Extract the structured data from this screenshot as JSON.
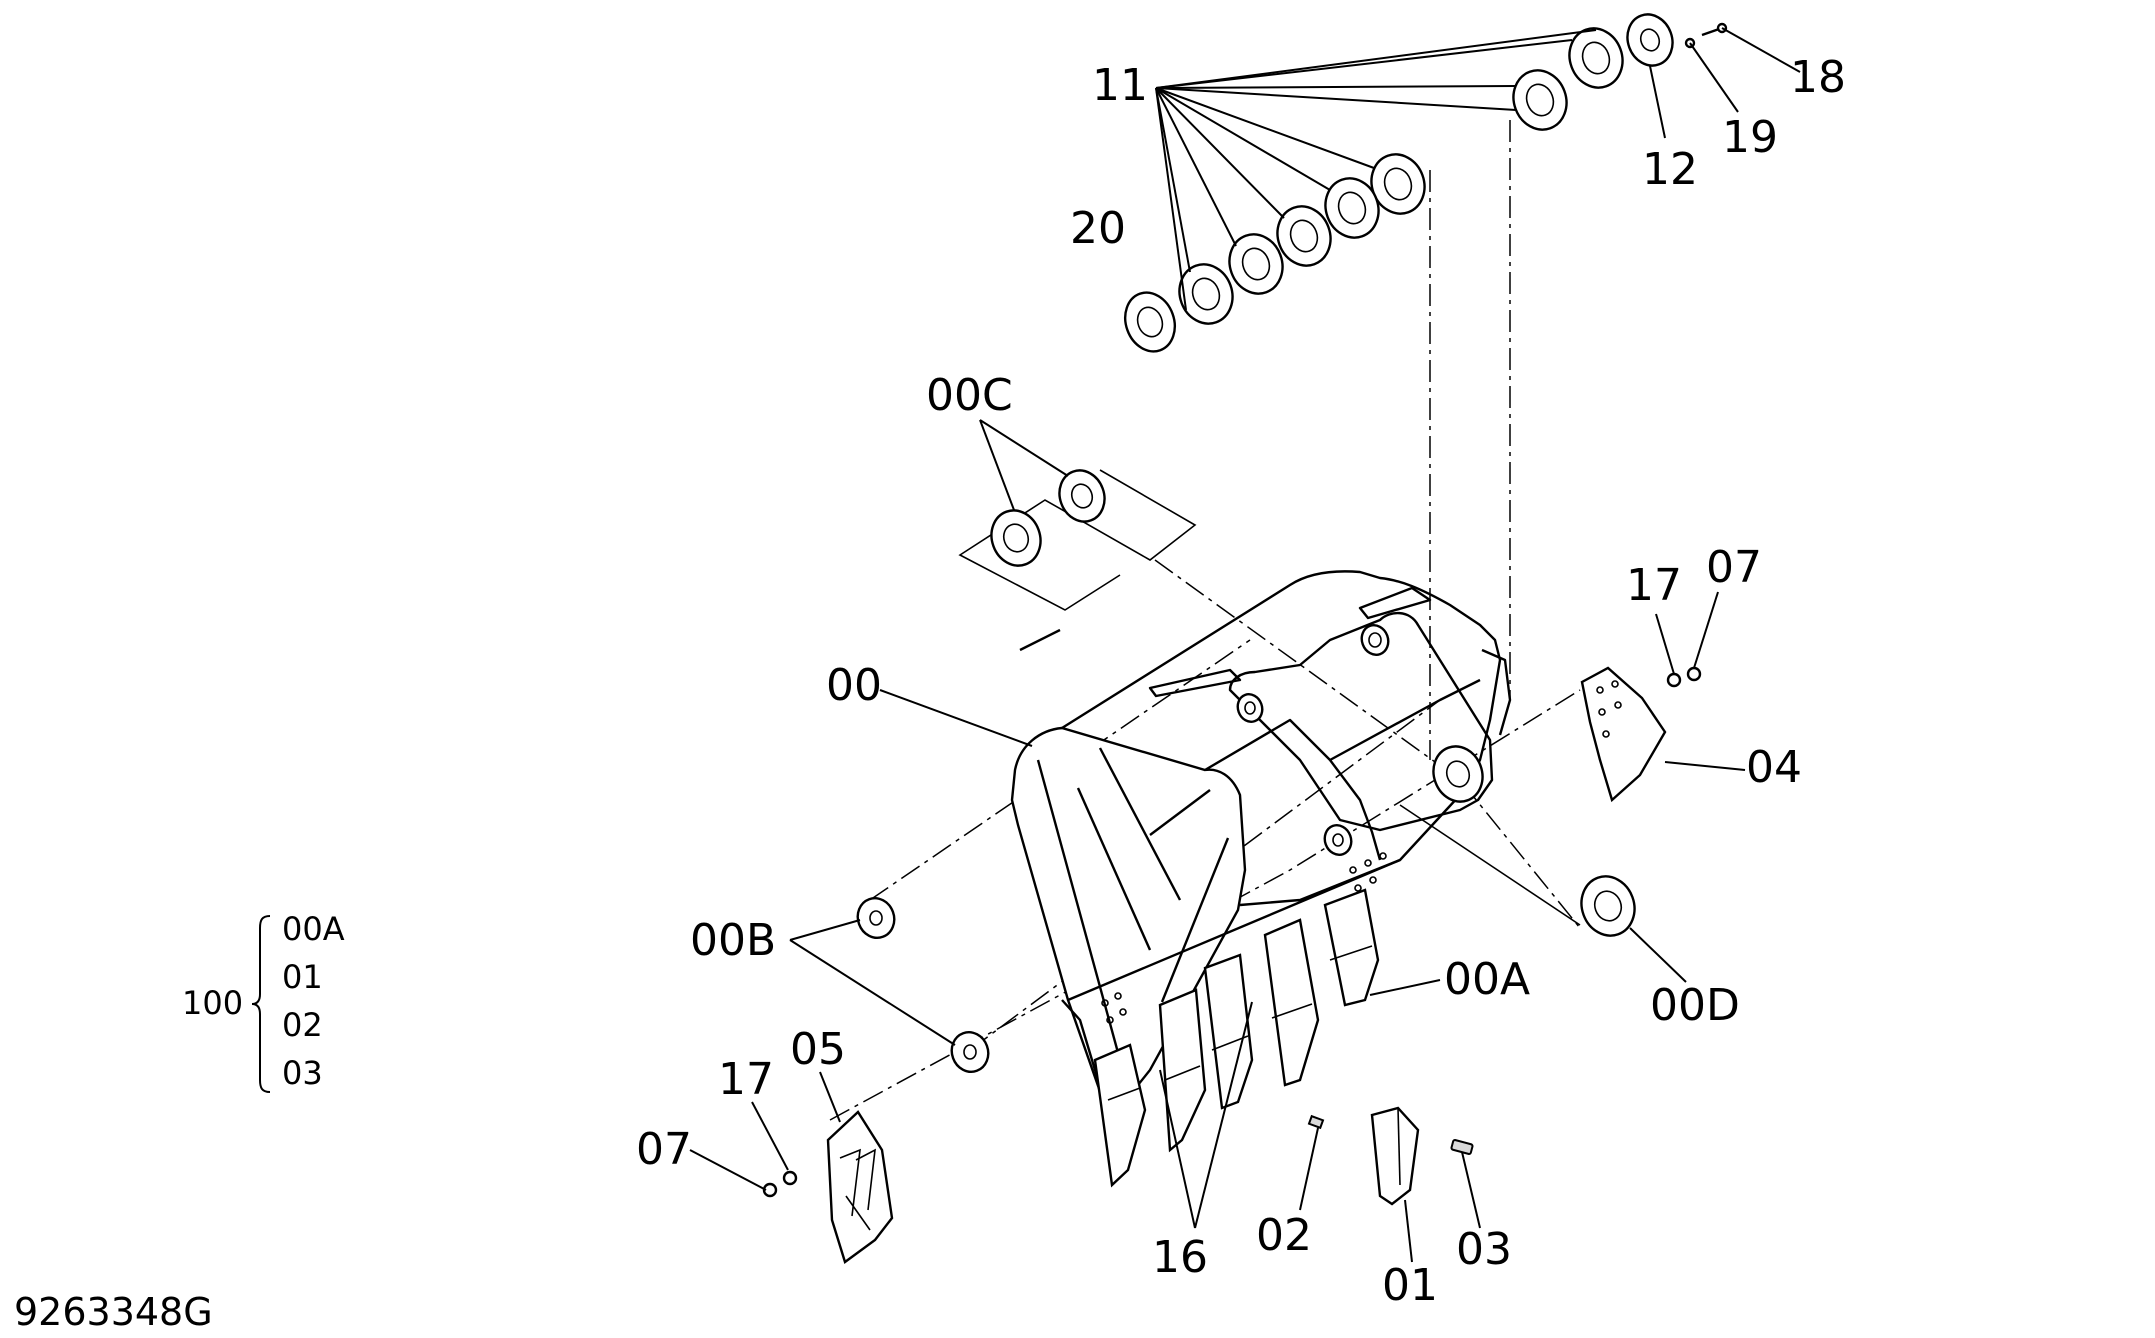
{
  "document_code": "9263348G",
  "callouts": {
    "c11": "11",
    "c18": "18",
    "c19": "19",
    "c12": "12",
    "c20": "20",
    "c00C": "00C",
    "c00": "00",
    "c17_right": "17",
    "c07_right": "07",
    "c04": "04",
    "c00B": "00B",
    "c00A": "00A",
    "c00D": "00D",
    "c05": "05",
    "c17_left": "17",
    "c07_left": "07",
    "c16": "16",
    "c02": "02",
    "c01": "01",
    "c03": "03"
  },
  "assembly": {
    "number": "100",
    "members": [
      "00A",
      "01",
      "02",
      "03"
    ]
  }
}
